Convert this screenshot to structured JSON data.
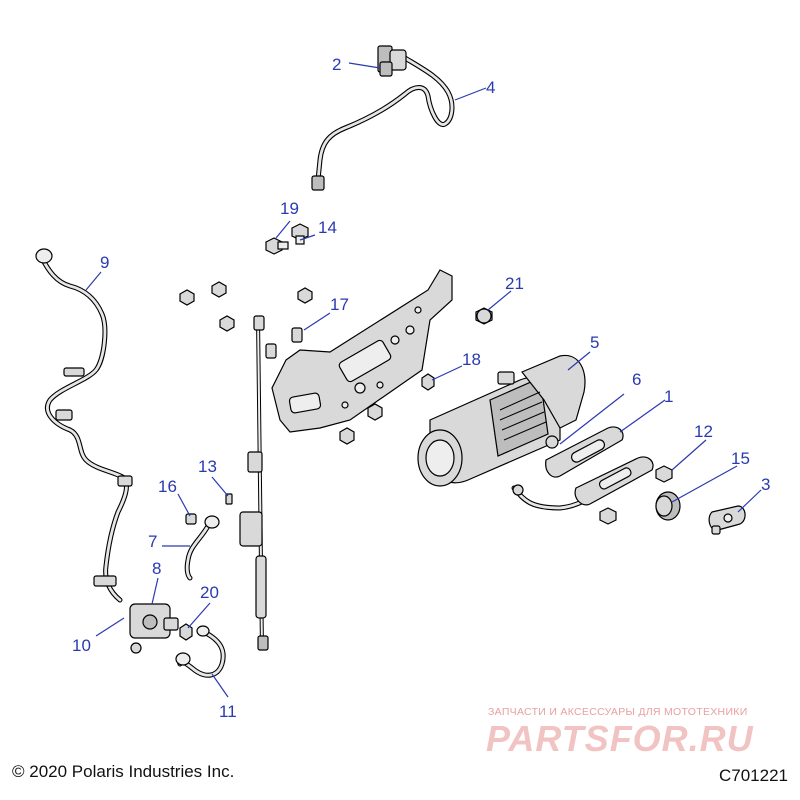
{
  "callouts": {
    "c1": "1",
    "c2": "2",
    "c3": "3",
    "c4": "4",
    "c5": "5",
    "c6": "6",
    "c7": "7",
    "c8": "8",
    "c9": "9",
    "c10": "10",
    "c11": "11",
    "c12": "12",
    "c13": "13",
    "c14": "14",
    "c15": "15",
    "c16": "16",
    "c17": "17",
    "c18": "18",
    "c19": "19",
    "c20": "20",
    "c21": "21"
  },
  "footer": {
    "copyright": "© 2020 Polaris Industries Inc.",
    "code": "C701221"
  },
  "watermark": {
    "tagline": "ЗАПЧАСТИ И АКСЕССУАРЫ ДЛЯ МОТОТЕХНИКИ",
    "brand": "PARTSFOR.RU"
  },
  "colors": {
    "callout": "#2a3ab0",
    "watermark": "#f2c3c3"
  }
}
